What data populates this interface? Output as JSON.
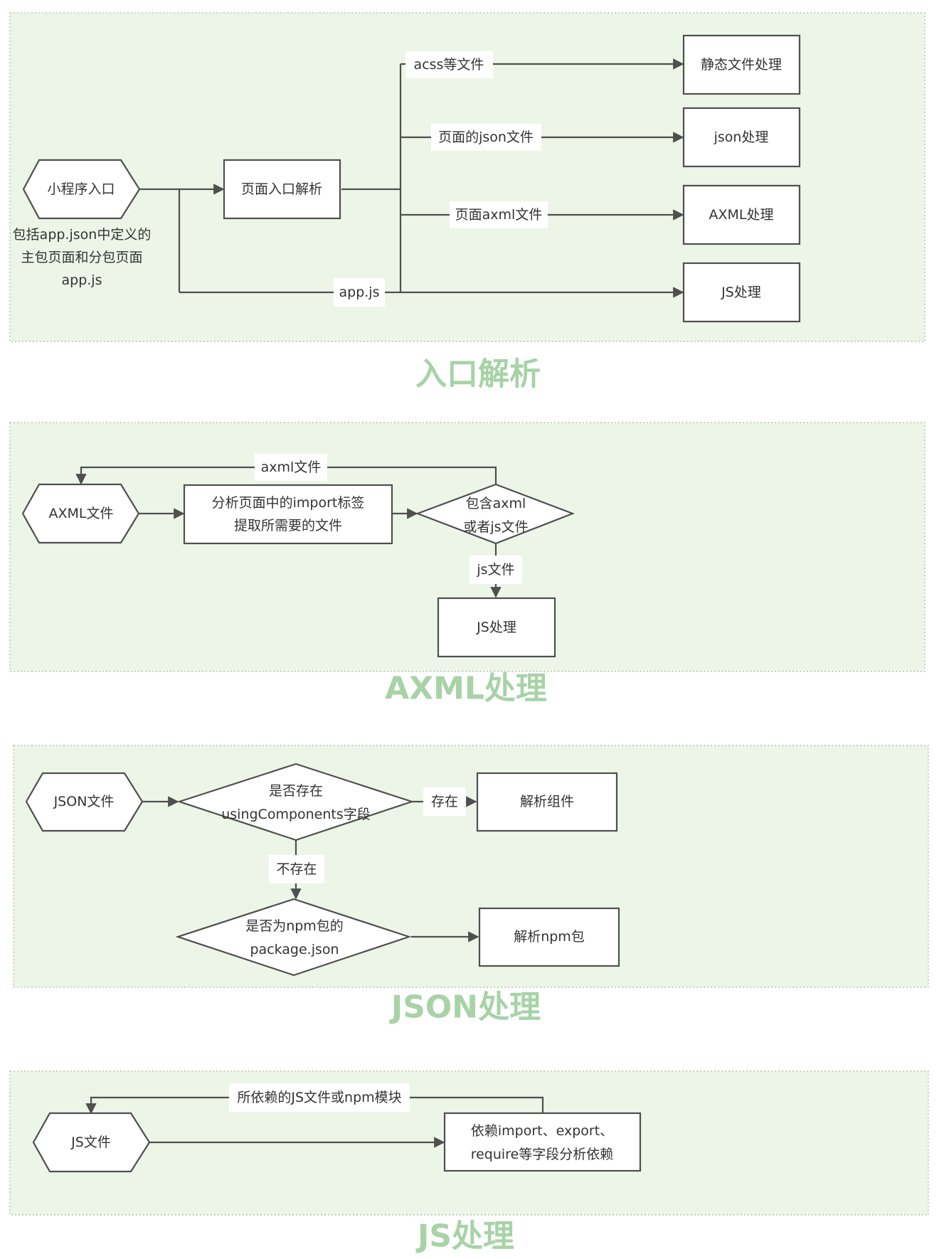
{
  "colors": {
    "panel_bg": "#edf5e8",
    "title": "#a7d3a6",
    "stroke": "#4f4f4f"
  },
  "s1": {
    "title": "入口解析",
    "start": "小程序入口",
    "note": [
      "包括app.json中定义的",
      "主包页面和分包页面",
      "app.js"
    ],
    "parse": "页面入口解析",
    "branch_acss": "acss等文件",
    "branch_json": "页面的json文件",
    "branch_axml": "页面axml文件",
    "branch_appjs": "app.js",
    "out_static": "静态文件处理",
    "out_json": "json处理",
    "out_axml": "AXML处理",
    "out_js": "JS处理"
  },
  "s2": {
    "title": "AXML处理",
    "start": "AXML文件",
    "analyze": [
      "分析页面中的import标签",
      "提取所需要的文件"
    ],
    "decision": [
      "包含axml",
      "或者js文件"
    ],
    "loop": "axml文件",
    "js_edge": "js文件",
    "js_out": "JS处理"
  },
  "s3": {
    "title": "JSON处理",
    "start": "JSON文件",
    "decision1": [
      "是否存在",
      "usingComponents字段"
    ],
    "exists": "存在",
    "parse_comp": "解析组件",
    "not_exists": "不存在",
    "decision2": [
      "是否为npm包的",
      "package.json"
    ],
    "parse_npm": "解析npm包"
  },
  "s4": {
    "title": "JS处理",
    "start": "JS文件",
    "loop": "所依赖的JS文件或npm模块",
    "analyze": [
      "依赖import、export、",
      "require等字段分析依赖"
    ]
  }
}
